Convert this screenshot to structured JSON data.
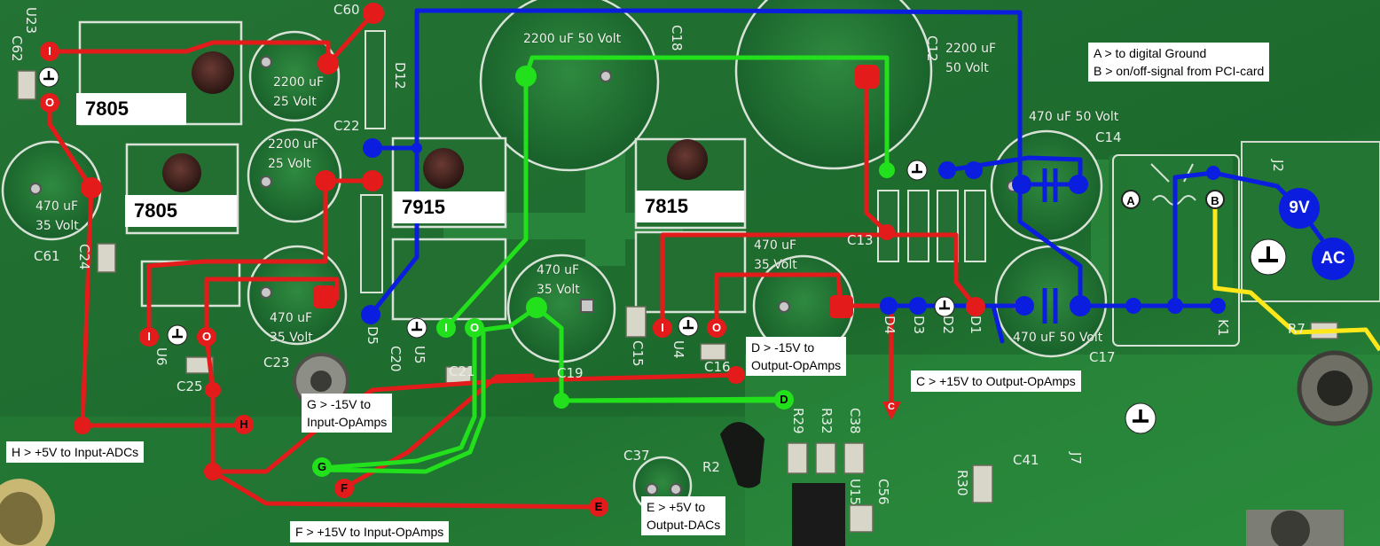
{
  "chips": {
    "u23": "7805",
    "u6": "7805",
    "u5": "7915",
    "u4": "7815"
  },
  "caps": {
    "c60": {
      "l1": "2200  uF",
      "l2": "25  Volt"
    },
    "c22": {
      "l1": "2200  uF",
      "l2": "25  Volt"
    },
    "c61": {
      "l1": "470  uF",
      "l2": "35  Volt"
    },
    "c23": {
      "l1": "470  uF",
      "l2": "35  Volt"
    },
    "c18": {
      "l1": "2200  uF  50  Volt"
    },
    "c12": {
      "l1": "2200  uF",
      "l2": "50  Volt"
    },
    "c19": {
      "l1": "470  uF",
      "l2": "35  Volt"
    },
    "c13": {
      "l1": "470  uF",
      "l2": "35  Volt"
    },
    "c14": {
      "l1": "470  uF  50  Volt"
    },
    "c17": {
      "l1": "470  uF  50  Volt"
    }
  },
  "legend": {
    "a": "A  >  to  digital  Ground",
    "b": "B  >  on/off-signal  from  PCI-card",
    "c": "C  >  +15V  to  Output-OpAmps",
    "d1": "D  >  -15V  to",
    "d2": "Output-OpAmps",
    "e1": "E  >  +5V  to",
    "e2": "Output-DACs",
    "f": "F  >  +15V  to  Input-OpAmps",
    "g1": "G  >  -15V  to",
    "g2": "Input-OpAmps",
    "h": "H  >  +5V  to  Input-ADCs"
  },
  "refs": {
    "u23": "U23",
    "c62": "C62",
    "c60": "C60",
    "d12": "D12",
    "c22": "C22",
    "c18": "C18",
    "c12": "C12",
    "c14": "C14",
    "c61": "C61",
    "c24": "C24",
    "u6": "U6",
    "c25": "C25",
    "c23": "C23",
    "d5": "D5",
    "c20": "C20",
    "u5": "U5",
    "c21": "C21",
    "c19": "C19",
    "c15": "C15",
    "u4": "U4",
    "c16": "C16",
    "c13": "C13",
    "d4": "D4",
    "d3": "D3",
    "d2": "D2",
    "d1": "D1",
    "c17": "C17",
    "k1": "K1",
    "j2": "J2",
    "r7": "R7",
    "c37": "C37",
    "r2": "R2",
    "r29": "R29",
    "r32": "R32",
    "c38": "C38",
    "u15": "U15",
    "c56": "C56",
    "r30": "R30",
    "c41": "C41",
    "j7": "J7"
  },
  "pins": {
    "in": "I",
    "out": "O",
    "a": "A",
    "b": "B",
    "c": "C",
    "d": "D",
    "e": "E",
    "f": "F",
    "g": "G",
    "h": "H",
    "v9": "9V",
    "ac": "AC"
  },
  "colors": {
    "board": "#1e6a2c",
    "red_trace": "#e31b1b",
    "green_trace": "#22e01c",
    "blue_trace": "#0b1ee0",
    "yellow_trace": "#ffe81a",
    "label_bg": "#ffffff"
  }
}
